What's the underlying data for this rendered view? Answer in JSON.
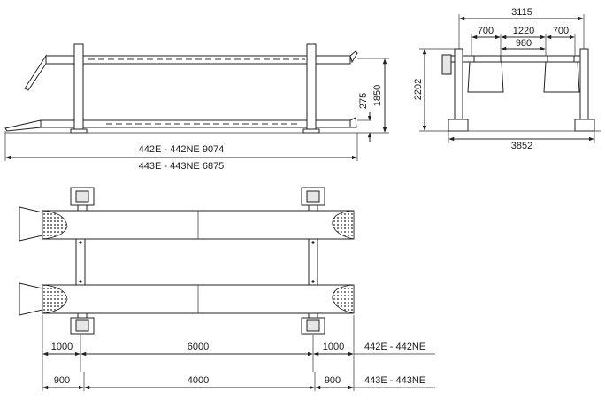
{
  "side_view": {
    "height_total": "1850",
    "height_low": "275",
    "length_442": "442E - 442NE 9074",
    "length_443": "443E - 443NE 6875"
  },
  "front_view": {
    "width_top": "3115",
    "track_left": "700",
    "track_mid": "1220",
    "track_right": "700",
    "inner": "980",
    "height": "2202",
    "width_bottom": "3852"
  },
  "plan_view": {
    "row_442": {
      "model": "442E - 442NE",
      "left": "1000",
      "middle": "6000",
      "right": "1000"
    },
    "row_443": {
      "model": "443E - 443NE",
      "left": "900",
      "middle": "4000",
      "right": "900"
    }
  }
}
